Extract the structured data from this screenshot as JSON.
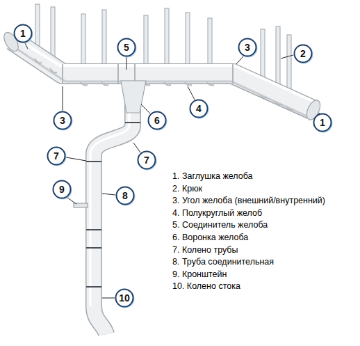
{
  "diagram": {
    "nodes": [
      {
        "text": [
          "1"
        ]
      },
      {
        "text": [
          "5"
        ]
      },
      {
        "text": [
          "3"
        ]
      },
      {
        "text": [
          "2"
        ]
      },
      {
        "text": [
          "4"
        ]
      },
      {
        "text": [
          "3"
        ]
      },
      {
        "text": [
          "6"
        ]
      },
      {
        "text": [
          "1"
        ]
      },
      {
        "text": [
          "7"
        ]
      },
      {
        "text": [
          "7"
        ]
      },
      {
        "text": [
          "9"
        ]
      },
      {
        "text": [
          "8"
        ]
      },
      {
        "text": [
          "10"
        ]
      }
    ],
    "labels": [
      "1. Заглушка желоба",
      "2. Крюк",
      "3. Угол желоба (внешний/внутренний)",
      "4. Полукруглый желоб",
      "5. Соединитель желоба",
      "6. Воронка желоба",
      "7. Колено трубы",
      "8. Труба соединительная",
      "9. Кронштейн",
      "10. Колено стока"
    ]
  }
}
